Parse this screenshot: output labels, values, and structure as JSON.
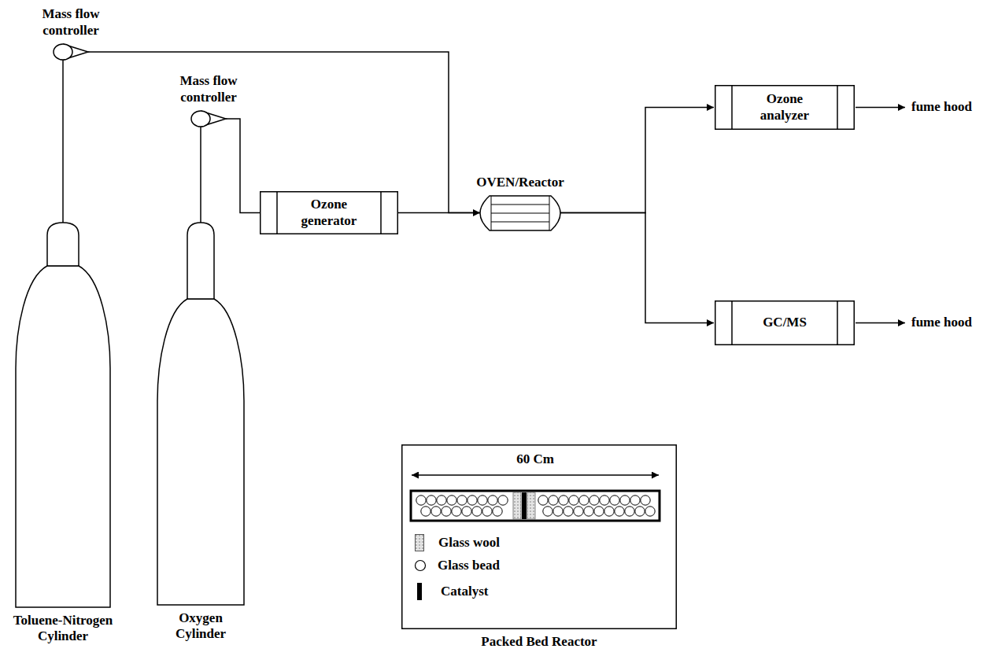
{
  "diagram": {
    "nodes": [
      {
        "text": [
          "Mass flow controller"
        ]
      },
      {
        "text": [
          "Mass flow controller"
        ]
      },
      {
        "text": [
          "Ozone generator"
        ]
      },
      {
        "text": [
          "OVEN/Reactor"
        ]
      },
      {
        "text": [
          "Ozone analyzer"
        ]
      },
      {
        "text": [
          "GC/MS"
        ]
      },
      {
        "text": [
          "Toluene-Nitrogen Cylinder"
        ]
      },
      {
        "text": [
          "Oxygen Cylinder"
        ]
      },
      {
        "text": [
          "Packed Bed Reactor"
        ]
      }
    ],
    "edges": [
      {
        "from": 6,
        "to": 0,
        "arrow": "none"
      },
      {
        "from": 7,
        "to": 1,
        "arrow": "none"
      },
      {
        "from": 1,
        "to": 2,
        "arrow": "none"
      },
      {
        "from": 0,
        "to": 3,
        "arrow": "to"
      },
      {
        "from": 2,
        "to": 3,
        "arrow": "none"
      },
      {
        "from": 3,
        "to": 4,
        "arrow": "to"
      },
      {
        "from": 3,
        "to": 5,
        "arrow": "to"
      }
    ],
    "labels": [
      "fume hood",
      "fume hood",
      "60 Cm"
    ],
    "legend": [
      {
        "text": "Glass wool"
      },
      {
        "text": "Glass bead"
      },
      {
        "text": "Catalyst",
        "color": "#000000"
      }
    ]
  }
}
